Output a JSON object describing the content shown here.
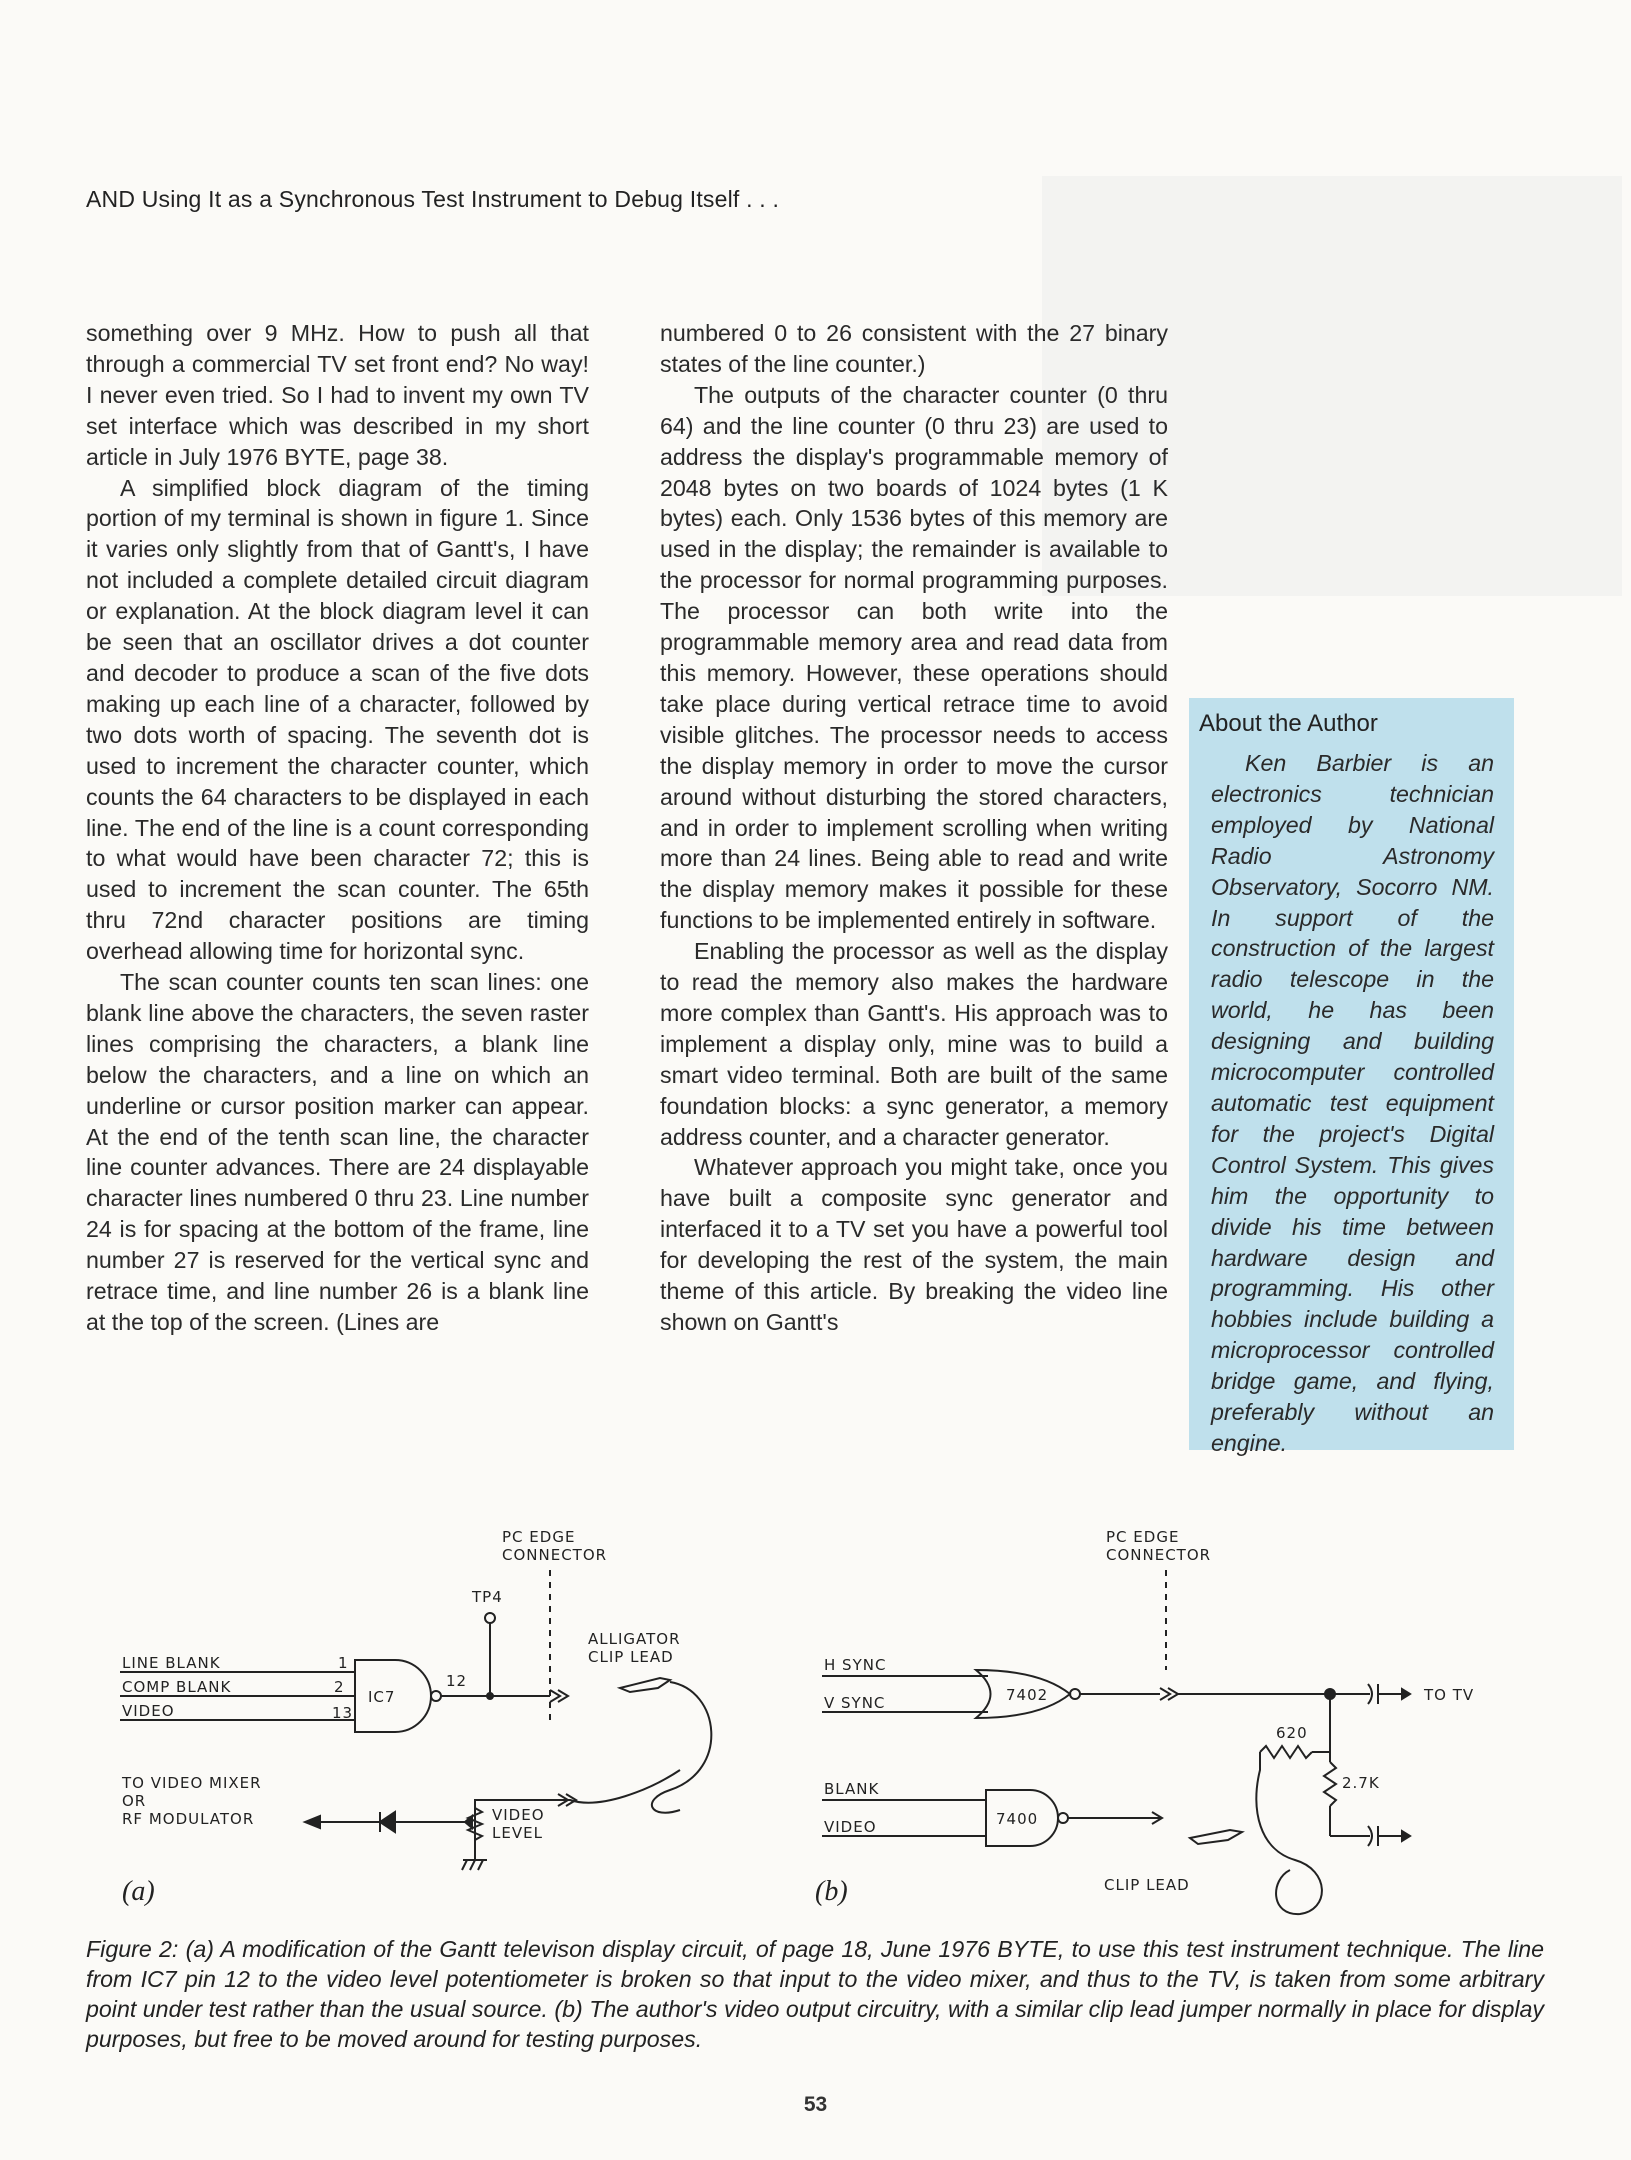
{
  "header": "AND Using It as a Synchronous Test Instrument to Debug Itself . . .",
  "column1": {
    "paragraphs": [
      "something over 9 MHz. How to push all that through a commercial TV set front end? No way! I never even tried. So I had to invent my own TV set interface which was described in my short article in July 1976 BYTE, page 38.",
      "A simplified block diagram of the timing portion of my terminal is shown in figure 1. Since it varies only slightly from that of Gantt's, I have not included a complete detailed circuit diagram or explanation. At the block diagram level it can be seen that an oscillator drives a dot counter and decoder to produce a scan of the five dots making up each line of a character, followed by two dots worth of spacing. The seventh dot is used to increment the character counter, which counts the 64 characters to be displayed in each line. The end of the line is a count corresponding to what would have been character 72; this is used to increment the scan counter. The 65th thru 72nd character positions are timing overhead allowing time for horizontal sync.",
      "The scan counter counts ten scan lines: one blank line above the characters, the seven raster lines comprising the characters, a blank line below the characters, and a line on which an underline or cursor position marker can appear. At the end of the tenth scan line, the character line counter advances. There are 24 displayable character lines numbered 0 thru 23. Line number 24 is for spacing at the bottom of the frame, line number 27 is reserved for the vertical sync and retrace time, and line number 26 is a blank line at the top of the screen. (Lines are"
    ]
  },
  "column2": {
    "paragraphs": [
      "numbered 0 to 26 consistent with the 27 binary states of the line counter.)",
      "The outputs of the character counter (0 thru 64) and the line counter (0 thru 23) are used to address the display's programmable memory of 2048 bytes on two boards of 1024 bytes (1 K bytes) each. Only 1536 bytes of this memory are used in the display; the remainder is available to the processor for normal programming purposes. The processor can both write into the programmable memory area and read data from this memory. However, these operations should take place during vertical retrace time to avoid visible glitches. The processor needs to access the display memory in order to move the cursor around without disturbing the stored characters, and in order to implement scrolling when writing more than 24 lines. Being able to read and write the display memory makes it possible for these functions to be implemented entirely in software.",
      "Enabling the processor as well as the display to read the memory also makes the hardware more complex than Gantt's. His approach was to implement a display only, mine was to build a smart video terminal. Both are built of the same foundation blocks: a sync generator, a memory address counter, and a character generator.",
      "Whatever approach you might take, once you have built a composite sync generator and interfaced it to a TV set you have a powerful tool for developing the rest of the system, the main theme of this article. By breaking the video line shown on Gantt's"
    ]
  },
  "author_box": {
    "title": "About the Author",
    "text": "Ken Barbier is an electronics technician employed by National Radio Astronomy Observatory, Socorro NM. In support of the construction of the largest radio telescope in the world, he has been designing and building microcomputer controlled automatic test equipment for the project's Digital Control System. This gives him the opportunity to divide his time between hardware design and programming. His other hobbies include building a microprocessor controlled bridge game, and flying, preferably without an engine."
  },
  "figure": {
    "a": {
      "panel_label": "(a)",
      "pc_edge_line1": "PC EDGE",
      "pc_edge_line2": "CONNECTOR",
      "tp4": "TP4",
      "line_blank": "LINE BLANK",
      "comp_blank": "COMP BLANK",
      "video": "VIDEO",
      "pin1": "1",
      "pin2": "2",
      "pin13": "13",
      "ic7": "IC7",
      "pin12": "12",
      "alligator_line1": "ALLIGATOR",
      "alligator_line2": "CLIP LEAD",
      "to_video_line1": "TO VIDEO MIXER",
      "to_video_line2": "OR",
      "to_video_line3": "RF MODULATOR",
      "video_level_line1": "VIDEO",
      "video_level_line2": "LEVEL"
    },
    "b": {
      "panel_label": "(b)",
      "pc_edge_line1": "PC EDGE",
      "pc_edge_line2": "CONNECTOR",
      "h_sync": "H SYNC",
      "v_sync": "V SYNC",
      "gate1": "7402",
      "blank": "BLANK",
      "video": "VIDEO",
      "gate2": "7400",
      "to_tv": "TO TV",
      "r1": "620",
      "r2": "2.7K",
      "clip_lead": "CLIP LEAD"
    }
  },
  "caption": "Figure 2: (a) A modification of the Gantt televison display circuit, of page 18, June 1976 BYTE, to use this test instrument technique. The line from IC7 pin 12 to the video level potentiometer is broken so that input to the video mixer, and thus to the TV, is taken from some arbitrary point under test rather than the usual source. (b) The author's video output circuitry, with a similar clip lead jumper normally in place for display purposes, but free to be moved around for testing purposes.",
  "page_number": "53"
}
